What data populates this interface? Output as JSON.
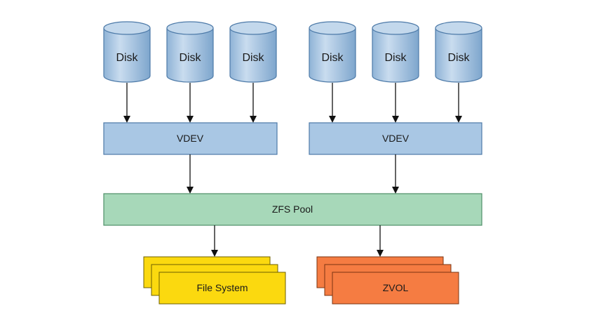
{
  "disks": [
    {
      "label": "Disk"
    },
    {
      "label": "Disk"
    },
    {
      "label": "Disk"
    },
    {
      "label": "Disk"
    },
    {
      "label": "Disk"
    },
    {
      "label": "Disk"
    }
  ],
  "vdevs": [
    {
      "label": "VDEV"
    },
    {
      "label": "VDEV"
    }
  ],
  "pool": {
    "label": "ZFS Pool"
  },
  "datasets": [
    {
      "label": "File System",
      "color": "#fbd90f"
    },
    {
      "label": "ZVOL",
      "color": "#f57c42"
    }
  ],
  "colors": {
    "disk_fill": "#a9c7e4",
    "disk_stroke": "#4d7aa8",
    "vdev_fill": "#a9c7e4",
    "pool_fill": "#a7d8b9",
    "stroke": "#2b2b2b"
  }
}
